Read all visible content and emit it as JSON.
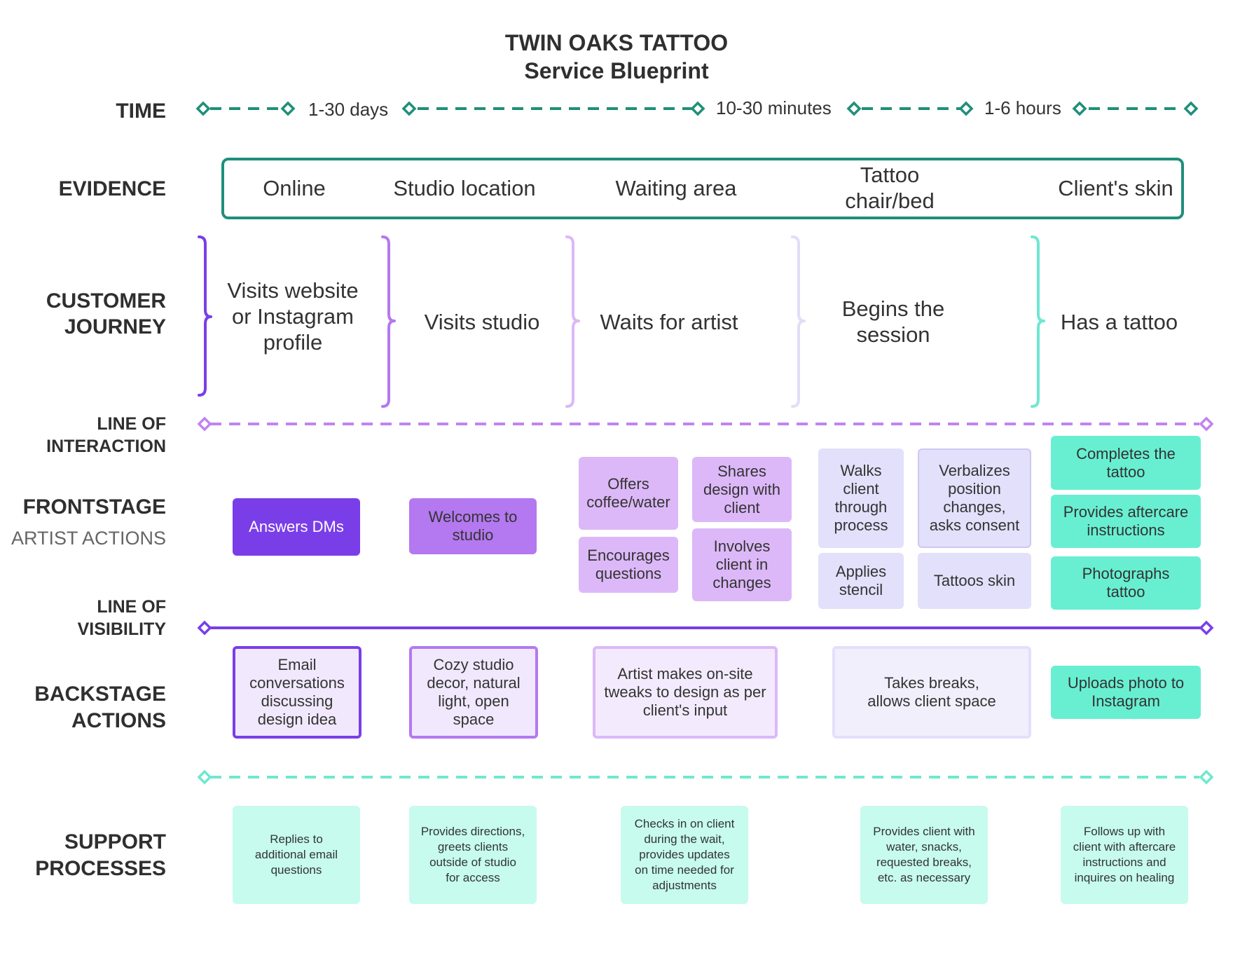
{
  "title": {
    "line1": "TWIN OAKS TATTOO",
    "line2": "Service Blueprint"
  },
  "row_labels": {
    "time": "TIME",
    "evidence": "EVIDENCE",
    "customer_journey_1": "CUSTOMER",
    "customer_journey_2": "JOURNEY",
    "line_of_interaction_1": "LINE  OF",
    "line_of_interaction_2": "INTERACTION",
    "frontstage": "FRONTSTAGE",
    "artist_actions": "ARTIST ACTIONS",
    "line_of_visibility_1": "LINE OF",
    "line_of_visibility_2": "VISIBILITY",
    "backstage_1": "BACKSTAGE",
    "backstage_2": "ACTIONS",
    "support_1": "SUPPORT",
    "support_2": "PROCESSES"
  },
  "time": {
    "segment1": "1-30 days",
    "segment2": "10-30 minutes",
    "segment3": "1-6 hours"
  },
  "evidence": {
    "online": "Online",
    "studio_location": "Studio location",
    "waiting_area": "Waiting area",
    "tattoo_chair_1": "Tattoo",
    "tattoo_chair_2": "chair/bed",
    "clients_skin": "Client's skin"
  },
  "customer_journey": {
    "step1_l1": "Visits website",
    "step1_l2": "or Instagram",
    "step1_l3": "profile",
    "step2": "Visits studio",
    "step3": "Waits for artist",
    "step4_l1": "Begins the",
    "step4_l2": "session",
    "step5": "Has a tattoo"
  },
  "frontstage": {
    "answers_dms": "Answers DMs",
    "welcomes_1": "Welcomes to",
    "welcomes_2": "studio",
    "offers_1": "Offers",
    "offers_2": "coffee/water",
    "encourages_1": "Encourages",
    "encourages_2": "questions",
    "shares_1": "Shares",
    "shares_2": "design with",
    "shares_3": "client",
    "involves_1": "Involves",
    "involves_2": "client in",
    "involves_3": "changes",
    "walks_1": "Walks",
    "walks_2": "client",
    "walks_3": "through",
    "walks_4": "process",
    "applies_1": "Applies",
    "applies_2": "stencil",
    "verbalizes_1": "Verbalizes",
    "verbalizes_2": "position",
    "verbalizes_3": "changes,",
    "verbalizes_4": "asks consent",
    "tattoos_skin": "Tattoos skin",
    "completes_1": "Completes the",
    "completes_2": "tattoo",
    "aftercare_1": "Provides aftercare",
    "aftercare_2": "instructions",
    "photographs_1": "Photographs",
    "photographs_2": "tattoo"
  },
  "backstage": {
    "email_1": "Email",
    "email_2": "conversations",
    "email_3": "discussing",
    "email_4": "design idea",
    "cozy_1": "Cozy studio",
    "cozy_2": "decor, natural",
    "cozy_3": "light, open",
    "cozy_4": "space",
    "tweaks_1": "Artist makes on-site",
    "tweaks_2": "tweaks to design as per",
    "tweaks_3": "client's input",
    "breaks_1": "Takes breaks,",
    "breaks_2": "allows client space",
    "uploads_1": "Uploads photo to",
    "uploads_2": "Instagram"
  },
  "support": {
    "s1_1": "Replies to",
    "s1_2": "additional email",
    "s1_3": "questions",
    "s2_1": "Provides directions,",
    "s2_2": "greets clients",
    "s2_3": "outside of studio",
    "s2_4": "for access",
    "s3_1": "Checks in on client",
    "s3_2": "during the wait,",
    "s3_3": "provides updates",
    "s3_4": "on time needed for",
    "s3_5": "adjustments",
    "s4_1": "Provides client with",
    "s4_2": "water, snacks,",
    "s4_3": "requested breaks,",
    "s4_4": "etc. as necessary",
    "s5_1": "Follows up with",
    "s5_2": "client with aftercare",
    "s5_3": "instructions and",
    "s5_4": "inquires on healing"
  },
  "colors": {
    "teal_dark": "#1e8f7a",
    "purple_dark": "#7a3ee8",
    "purple_mid": "#b478f0",
    "purple_light": "#dcb8f8",
    "lavender": "#e2e0fb",
    "mint": "#68efd2",
    "support_bg": "#c6fbee",
    "loi_line": "#c084f0",
    "support_line": "#6fe8d0"
  }
}
